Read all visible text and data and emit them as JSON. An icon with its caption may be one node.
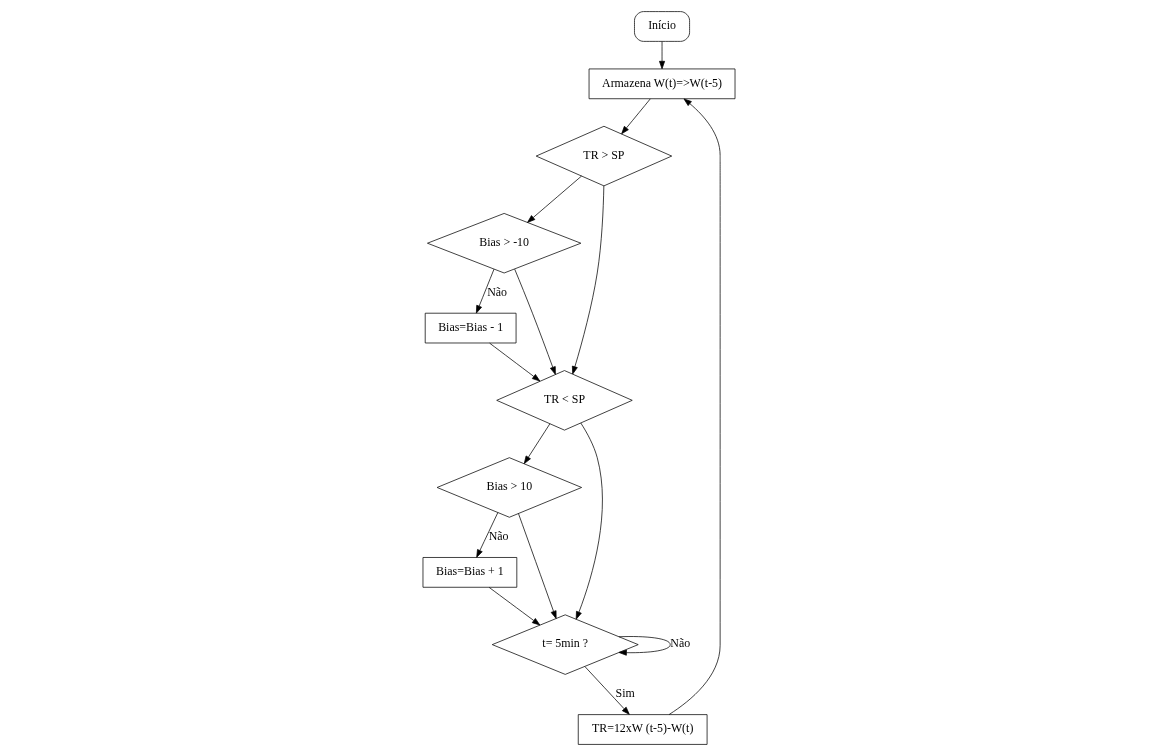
{
  "diagram": {
    "nodes": [
      {
        "text": [
          "Início"
        ]
      },
      {
        "text": [
          "Armazena W(t)=>W(t-5)"
        ]
      },
      {
        "text": [
          "TR > SP"
        ]
      },
      {
        "text": [
          "Bias > -10"
        ]
      },
      {
        "text": [
          "Bias=Bias - 1"
        ]
      },
      {
        "text": [
          "TR < SP"
        ]
      },
      {
        "text": [
          "Bias > 10"
        ]
      },
      {
        "text": [
          "Bias=Bias + 1"
        ]
      },
      {
        "text": [
          "t= 5min ?"
        ]
      },
      {
        "text": [
          "TR=12xW (t-5)-W(t)"
        ]
      }
    ],
    "edges": [
      {
        "from": 0,
        "to": 1,
        "arrow": "to"
      },
      {
        "from": 9,
        "to": 1,
        "arrow": "to"
      },
      {
        "from": 1,
        "to": 2,
        "arrow": "to"
      },
      {
        "from": 2,
        "to": 3,
        "arrow": "to"
      },
      {
        "from": 3,
        "to": 4,
        "arrow": "to",
        "label": "Não"
      },
      {
        "from": 2,
        "to": 5,
        "arrow": "to"
      },
      {
        "from": 3,
        "to": 5,
        "arrow": "to"
      },
      {
        "from": 4,
        "to": 5,
        "arrow": "to"
      },
      {
        "from": 5,
        "to": 6,
        "arrow": "to"
      },
      {
        "from": 6,
        "to": 7,
        "arrow": "to",
        "label": "Não"
      },
      {
        "from": 5,
        "to": 8,
        "arrow": "to"
      },
      {
        "from": 6,
        "to": 8,
        "arrow": "to"
      },
      {
        "from": 7,
        "to": 8,
        "arrow": "to"
      },
      {
        "from": 8,
        "to": 8,
        "arrow": "to",
        "label": "Não"
      },
      {
        "from": 8,
        "to": 9,
        "arrow": "to",
        "label": "Sim"
      }
    ]
  }
}
